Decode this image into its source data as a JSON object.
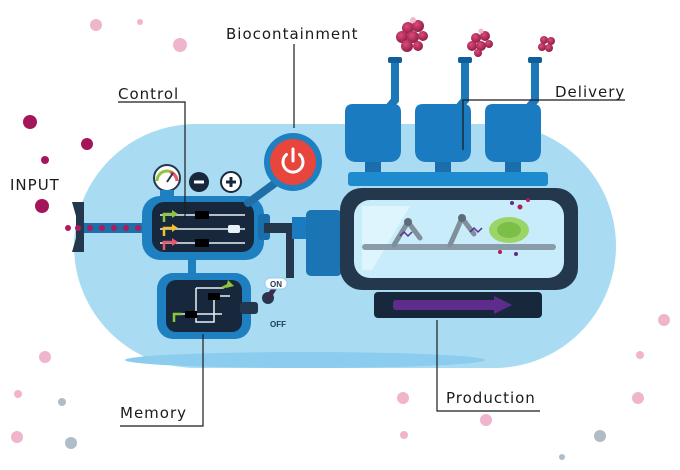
{
  "labels": {
    "input": "INPUT",
    "control": "Control",
    "biocontainment": "Biocontainment",
    "delivery": "Delivery",
    "memory": "Memory",
    "production": "Production"
  },
  "switch": {
    "on": "ON",
    "off": "OFF"
  },
  "colors": {
    "body": "#a9dcf3",
    "unit_blue": "#1e80c0",
    "dark_navy": "#24384d",
    "biocontainment_red": "#e8453c",
    "production_arrow": "#5e2d8c",
    "delivery_tank": "#1a7bc0"
  },
  "icons": [
    "gauge-icon",
    "minus-icon",
    "plus-icon",
    "power-icon",
    "production-arrow-icon"
  ]
}
